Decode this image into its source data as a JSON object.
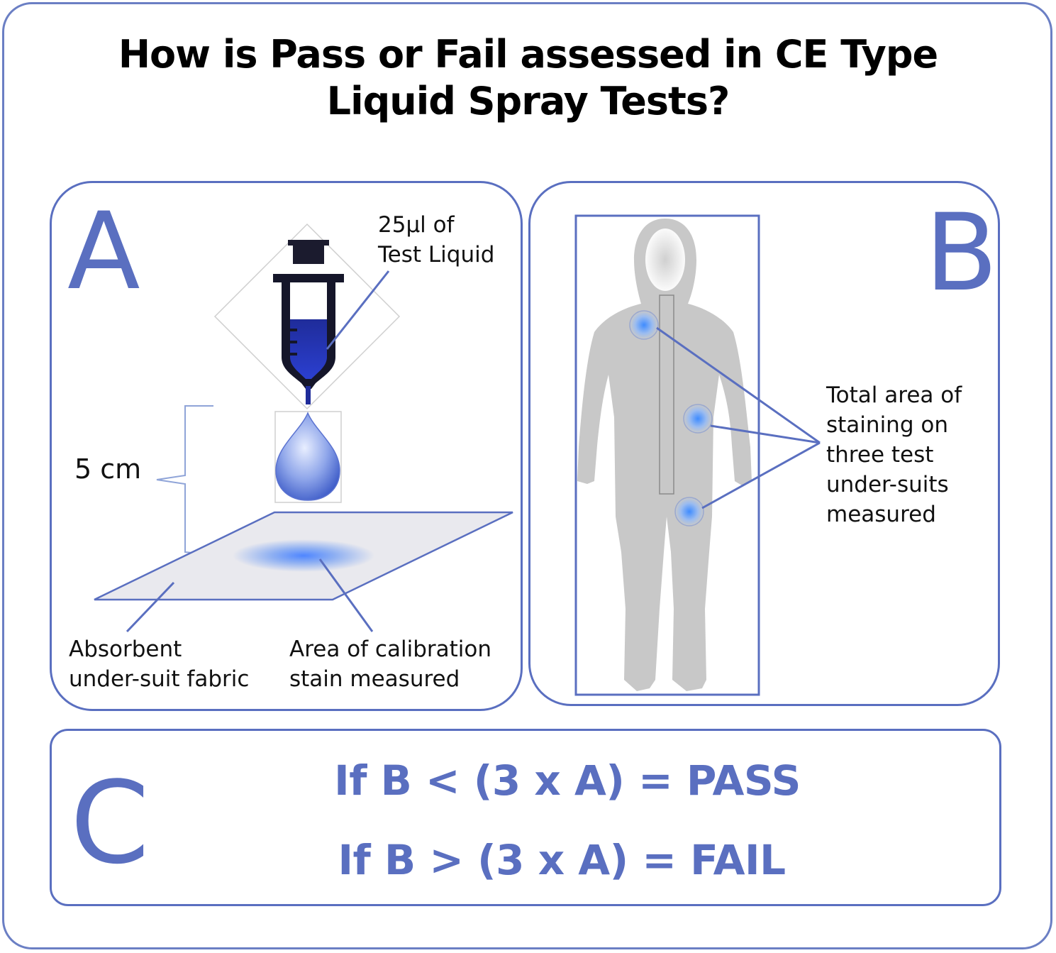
{
  "title": {
    "line1": "How is Pass or Fail assessed in CE Type",
    "line2": "Liquid Spray Tests?"
  },
  "panel_a": {
    "letter": "A",
    "syringe_label_line1": "25µl of",
    "syringe_label_line2": "Test Liquid",
    "distance_label": "5 cm",
    "fabric_label_line1": "Absorbent",
    "fabric_label_line2": "under-suit fabric",
    "stain_label_line1": "Area of calibration",
    "stain_label_line2": "stain measured"
  },
  "panel_b": {
    "letter": "B",
    "suit_label_lines": [
      "Total area of",
      "staining on",
      "three test",
      "under-suits",
      "measured"
    ]
  },
  "panel_c": {
    "letter": "C",
    "pass_rule": "If B < (3 x A) = PASS",
    "fail_rule": "If B > (3 x A) = FAIL"
  },
  "colors": {
    "accent": "#5a6fc0",
    "suit_gray": "#c8c8c8",
    "syringe_blue": "#2233a8",
    "stain_blue": "#4f86ff"
  }
}
